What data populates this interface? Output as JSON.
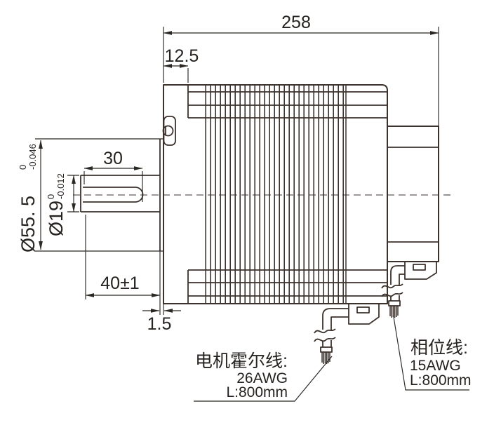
{
  "dimensions": {
    "overall_length": "258",
    "front_section_length": "12.5",
    "keyway_length": "30",
    "shaft_extension_length": "40±1",
    "boss_protrusion": "1.5",
    "boss_diameter": "Ø55. 5",
    "boss_diameter_tol_upper": "0",
    "boss_diameter_tol_lower": "-0.046",
    "shaft_diameter": "Ø19",
    "shaft_diameter_tol_upper": "0",
    "shaft_diameter_tol_lower": "-0.012"
  },
  "wire_labels": {
    "hall": {
      "title": "电机霍尔线:",
      "gauge": "26AWG",
      "length": "L:800mm"
    },
    "phase": {
      "title": "相位线:",
      "gauge": "15AWG",
      "length": "L:800mm"
    }
  },
  "colors": {
    "line": "#3c322d",
    "text": "#262220",
    "background": "#ffffff"
  }
}
